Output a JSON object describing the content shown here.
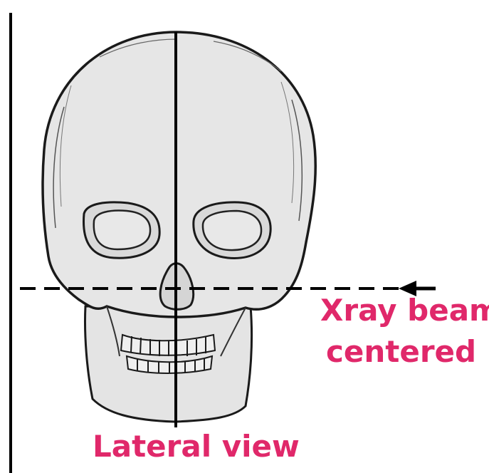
{
  "labels": {
    "beam_line1": "Xray beam",
    "beam_line2": "centered",
    "view": "Lateral view"
  },
  "colors": {
    "label": "#e0286a",
    "line": "#000000",
    "skull_fill": "#e6e6e6",
    "skull_outline": "#1a1a1a"
  },
  "icons": {
    "subject": "skull-front-illustration",
    "beam_arrow": "arrow-left-icon"
  }
}
